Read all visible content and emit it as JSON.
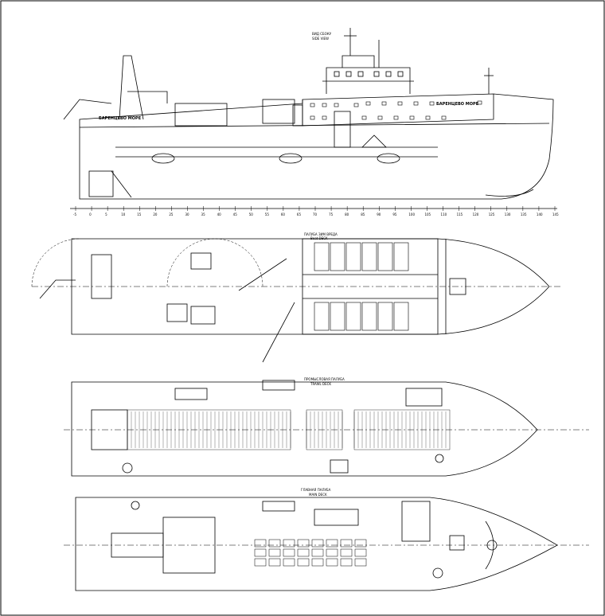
{
  "drawing": {
    "frame_color": "#000000",
    "background": "#ffffff"
  },
  "profile": {
    "view_label_1": "ВИД СБОКУ",
    "view_label_2": "SIDE VIEW",
    "ship_name_bow": "БАРЕНЦЕВО МОРЕ",
    "ship_name_stern": "БАРЕНЦЕВО МОРЕ",
    "ruler_labels": [
      "-5",
      "0",
      "5",
      "10",
      "15",
      "20",
      "25",
      "30",
      "35",
      "40",
      "45",
      "50",
      "55",
      "60",
      "65",
      "70",
      "75",
      "80",
      "85",
      "90",
      "95",
      "100",
      "105",
      "110",
      "115",
      "120",
      "125",
      "130",
      "135",
      "140",
      "145"
    ]
  },
  "plans": [
    {
      "id": "boat-deck",
      "title_1": "ПАЛУБА ЗИМ ВРЕДА",
      "title_2": "Boat DECK"
    },
    {
      "id": "upper-deck",
      "title_1": "ПРОМЫСЛОВАЯ ПАЛУБА",
      "title_2": "TRAWL DECK"
    },
    {
      "id": "main-deck",
      "title_1": "ГЛАВНАЯ ПАЛУБА",
      "title_2": "MAIN DECK"
    }
  ]
}
